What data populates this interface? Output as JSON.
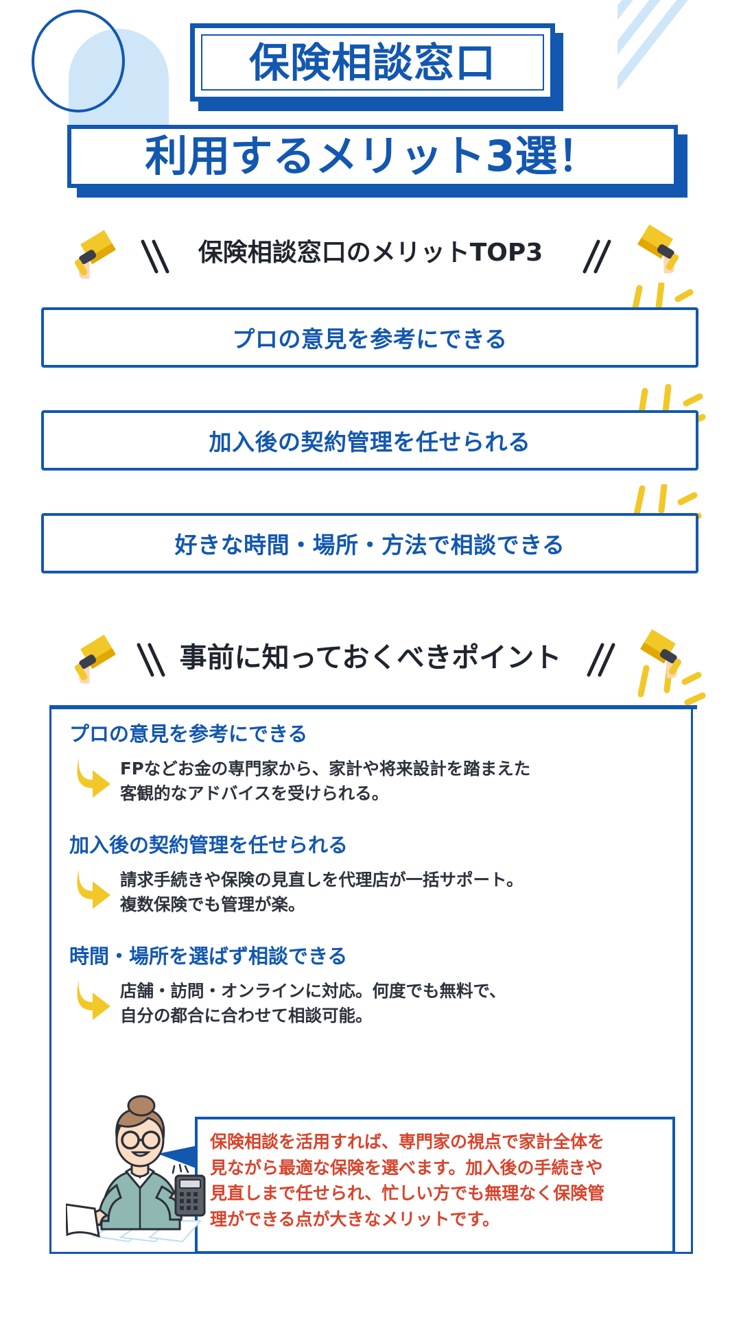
{
  "colors": {
    "brand_blue": "#1257b0",
    "light_blue": "#cfe6f9",
    "accent_yellow": "#f2c728",
    "text_dark": "#20242e",
    "summary_red": "#d9432c"
  },
  "header": {
    "title": "保険相談窓口",
    "subtitle": "利用するメリット3選！"
  },
  "section1": {
    "heading": "保険相談窓口のメリットTOP3",
    "bars": [
      {
        "label": "プロの意見を参考にできる"
      },
      {
        "label": "加入後の契約管理を任せられる"
      },
      {
        "label": "好きな時間・場所・方法で相談できる"
      }
    ]
  },
  "section2": {
    "heading": "事前に知っておくべきポイント",
    "items": [
      {
        "title": "プロの意見を参考にできる",
        "description": "FPなどお金の専門家から、家計や将来設計を踏まえた\n客観的なアドバイスを受けられる。"
      },
      {
        "title": "加入後の契約管理を任せられる",
        "description": "請求手続きや保険の見直しを代理店が一括サポート。\n複数保険でも管理が楽。"
      },
      {
        "title": "時間・場所を選ばず相談できる",
        "description": "店舗・訪問・オンラインに対応。何度でも無料で、\n自分の都合に合わせて相談可能。"
      }
    ],
    "summary": "保険相談を活用すれば、専門家の視点で家計全体を\n見ながら最適な保険を選べます。加入後の手続きや\n見直しまで任せられ、忙しい方でも無理なく保険管\n理ができる点が大きなメリットです。"
  },
  "icons": {
    "megaphone_left": "megaphone-icon",
    "megaphone_right": "megaphone-icon",
    "hook_arrow": "curved-arrow-icon",
    "person": "woman-with-calculator-illustration"
  }
}
